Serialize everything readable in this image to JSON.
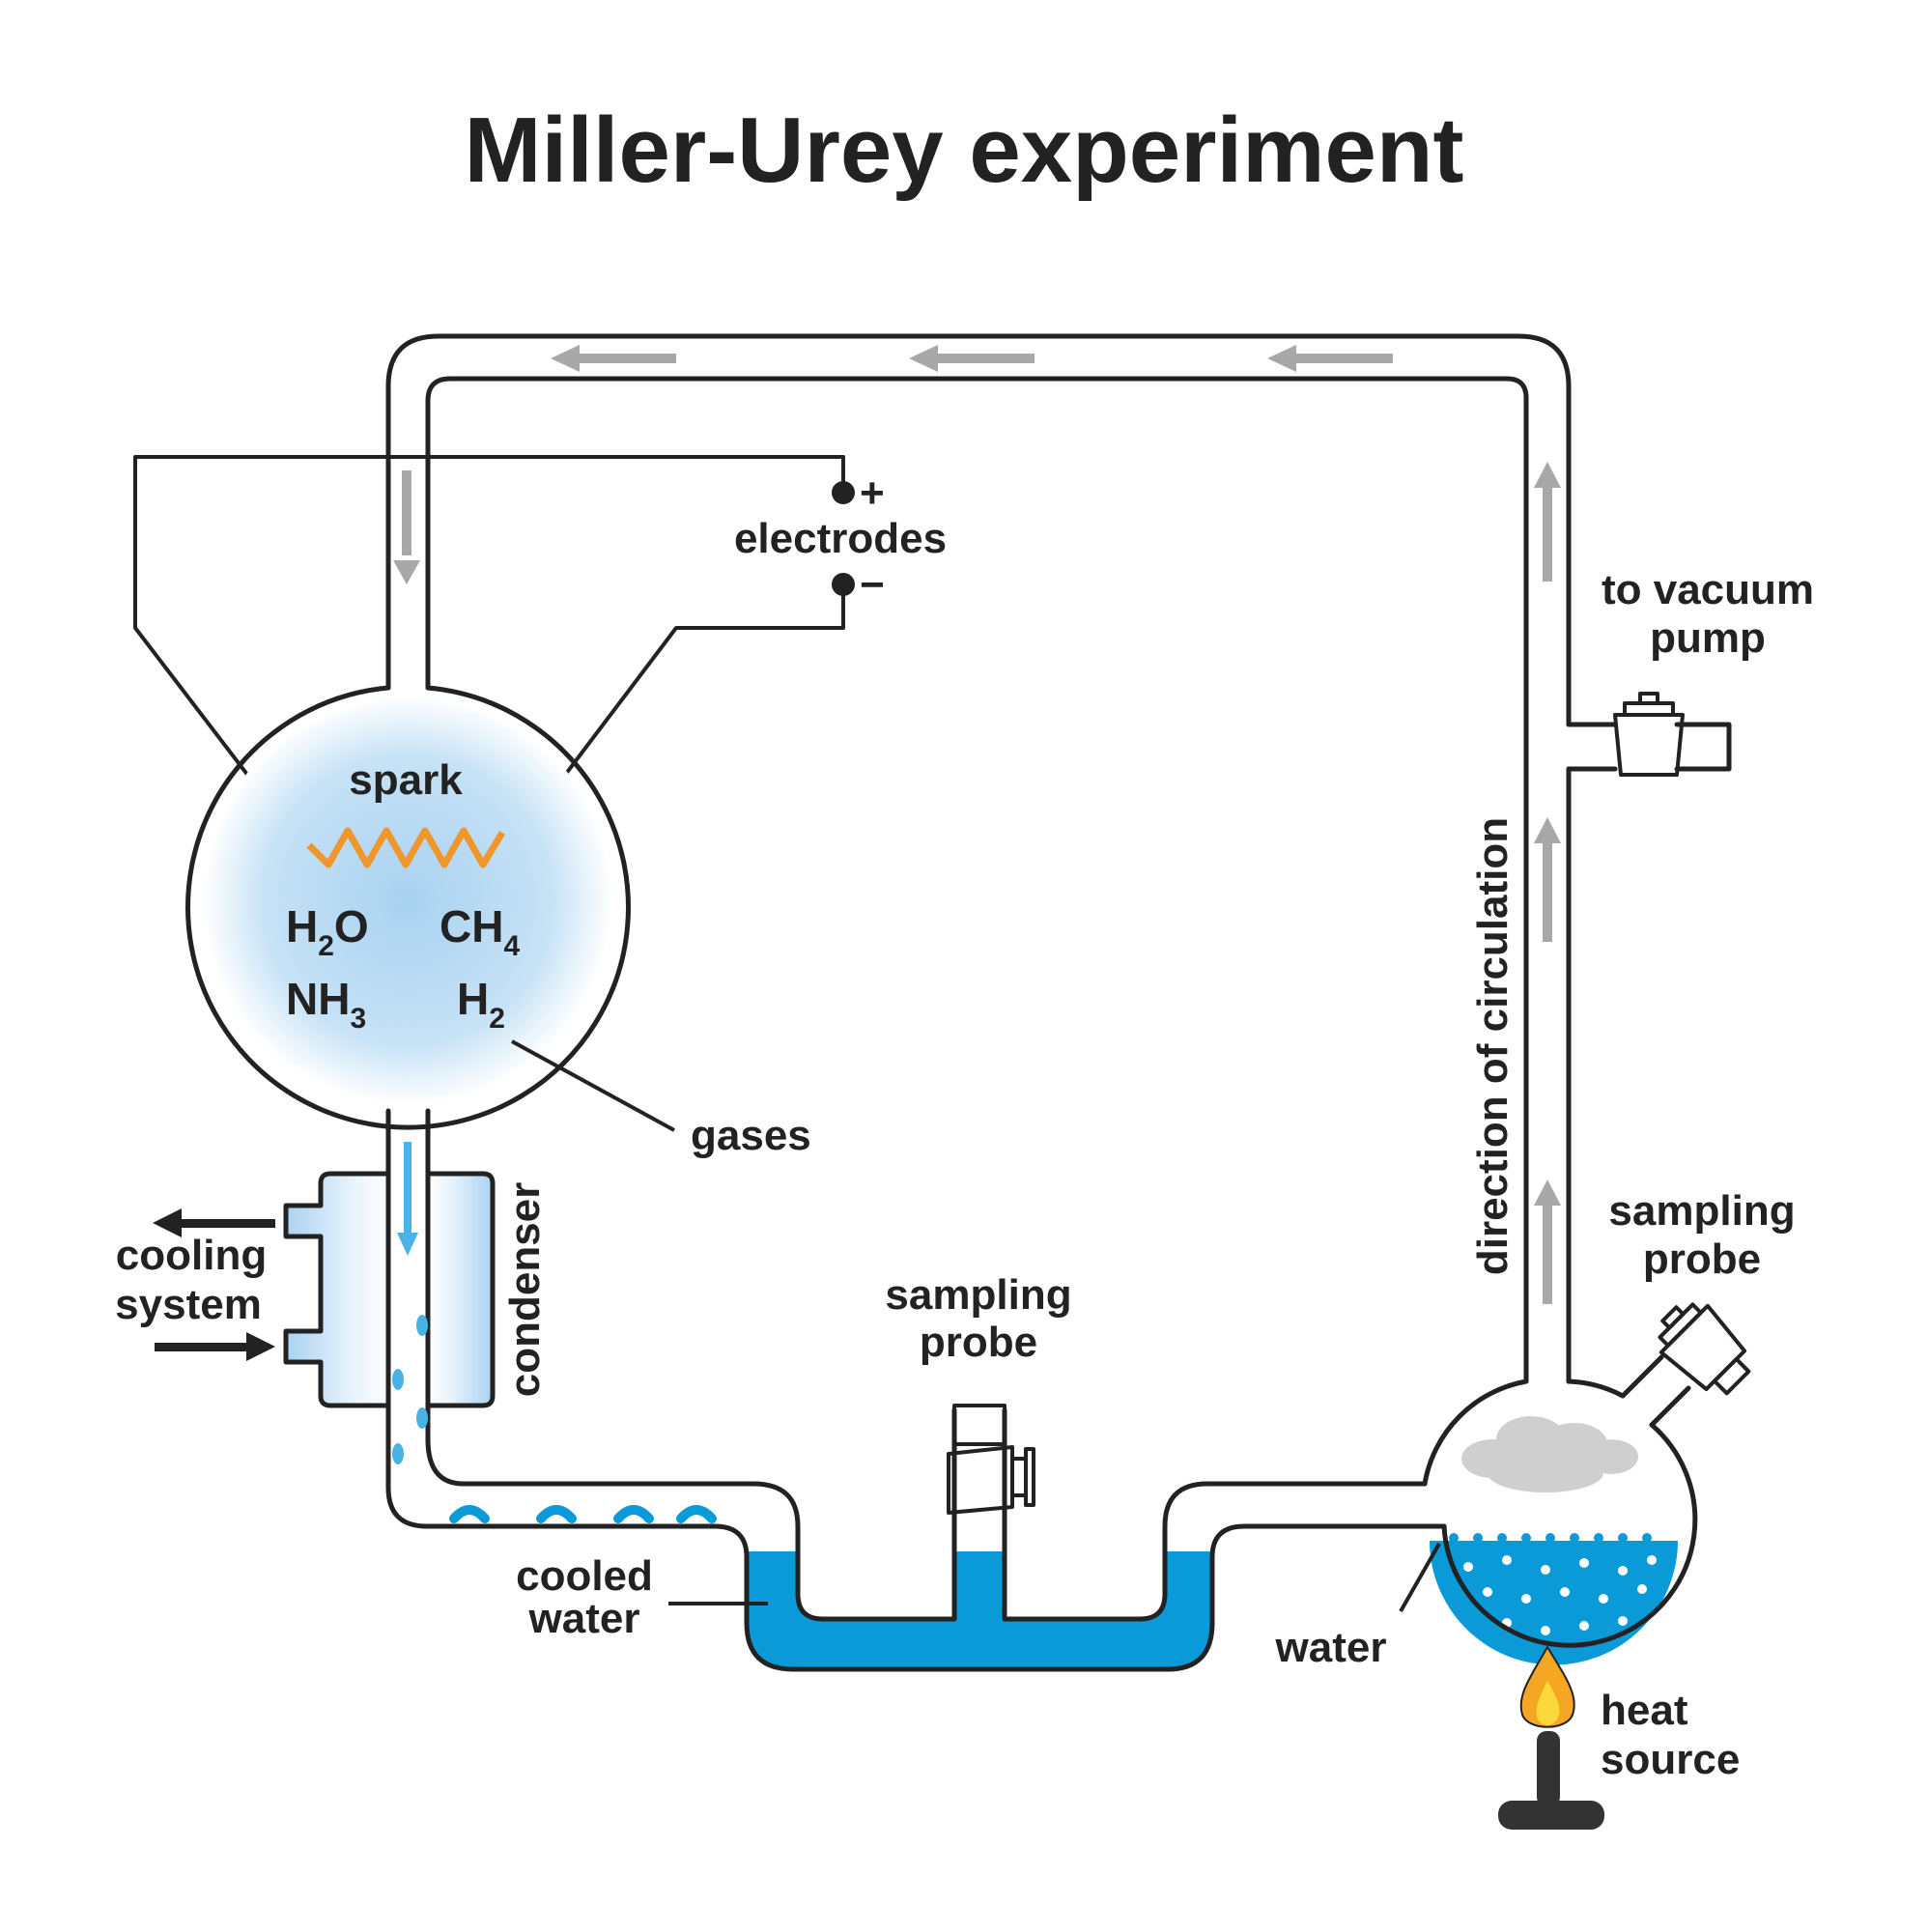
{
  "title": "Miller-Urey experiment",
  "labels": {
    "electrodes": "electrodes",
    "plus": "+",
    "minus": "−",
    "spark": "spark",
    "gases": "gases",
    "condenser": "condenser",
    "cooling_line1": "cooling",
    "cooling_line2": "system",
    "cooled_line1": "cooled",
    "cooled_line2": "water",
    "sampling_probe_mid_line1": "sampling",
    "sampling_probe_mid_line2": "probe",
    "sampling_probe_right_line1": "sampling",
    "sampling_probe_right_line2": "probe",
    "vacuum_line1": "to vacuum",
    "vacuum_line2": "pump",
    "direction": "direction of circulation",
    "water": "water",
    "heat_line1": "heat",
    "heat_line2": "source"
  },
  "gases": {
    "h2o_a": "H",
    "h2o_sub": "2",
    "h2o_b": "O",
    "ch4_a": "CH",
    "ch4_sub": "4",
    "nh3_a": "NH",
    "nh3_sub": "3",
    "h2_a": "H",
    "h2_sub": "2"
  },
  "colors": {
    "outline": "#222222",
    "water": "#0a9ad8",
    "light_blue": "#c6e2f6",
    "spark": "#f0962a",
    "arrow_gray": "#a8a8a8",
    "steam": "#cfcfcf",
    "flame_outer": "#f5a623",
    "flame_inner": "#fbd93a",
    "burner": "#333333"
  }
}
